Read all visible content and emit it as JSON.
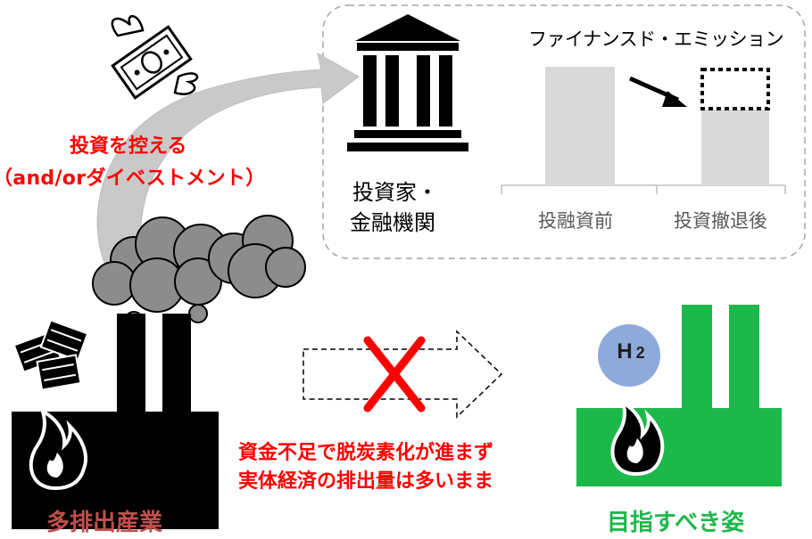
{
  "texts": {
    "withhold_investment": "投資を控える",
    "divestment": "（and/orダイベストメント）",
    "investor_line1": "投資家・",
    "investor_line2": "金融機関",
    "financed_emissions": "ファイナンスド・エミッション",
    "before_investment": "投融資前",
    "after_divestment": "投資撤退後",
    "funding_shortage_line1": "資金不足で脱炭素化が進まず",
    "funding_shortage_line2": "実体経済の排出量は多いまま",
    "high_emission_industry": "多排出産業",
    "target_state": "目指すべき姿",
    "hydrogen": "H",
    "hydrogen_sub": "2"
  },
  "colors": {
    "red": "#ff0000",
    "dark_red_label": "#c0504d",
    "green": "#1db84a",
    "hydrogen_circle": "#8eaadb",
    "gray_bar": "#d9d9d9",
    "smoke": "#8c8c8c"
  }
}
